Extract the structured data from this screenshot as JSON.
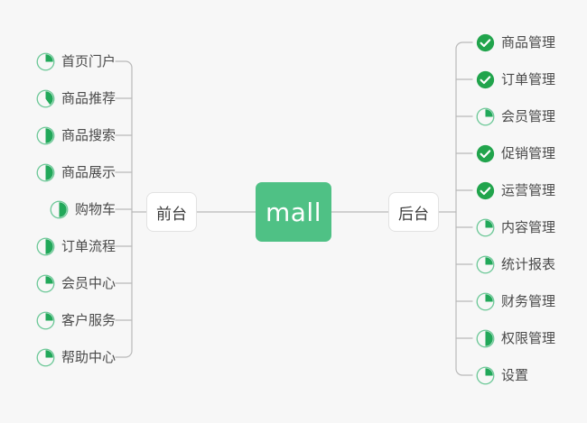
{
  "diagram": {
    "title": "mall",
    "background_color": "#f7f7f7",
    "accent_color": "#4fc185",
    "done_color": "#21a44c",
    "root": {
      "label": "mall"
    },
    "branches": [
      {
        "label": "前台",
        "side": "left"
      },
      {
        "label": "后台",
        "side": "right"
      }
    ],
    "left_items": [
      {
        "label": "首页门户",
        "icon": "pie-progress-icon",
        "progress": 25
      },
      {
        "label": "商品推荐",
        "icon": "pie-progress-icon",
        "progress": 40
      },
      {
        "label": "商品搜索",
        "icon": "pie-progress-icon",
        "progress": 50
      },
      {
        "label": "商品展示",
        "icon": "pie-progress-icon",
        "progress": 50
      },
      {
        "label": "购物车",
        "icon": "pie-progress-icon",
        "progress": 50
      },
      {
        "label": "订单流程",
        "icon": "pie-progress-icon",
        "progress": 50
      },
      {
        "label": "会员中心",
        "icon": "pie-progress-icon",
        "progress": 25
      },
      {
        "label": "客户服务",
        "icon": "pie-progress-icon",
        "progress": 25
      },
      {
        "label": "帮助中心",
        "icon": "pie-progress-icon",
        "progress": 25
      }
    ],
    "right_items": [
      {
        "label": "商品管理",
        "icon": "check-circle-icon",
        "progress": 100
      },
      {
        "label": "订单管理",
        "icon": "check-circle-icon",
        "progress": 100
      },
      {
        "label": "会员管理",
        "icon": "pie-progress-icon",
        "progress": 25
      },
      {
        "label": "促销管理",
        "icon": "check-circle-icon",
        "progress": 100
      },
      {
        "label": "运营管理",
        "icon": "check-circle-icon",
        "progress": 100
      },
      {
        "label": "内容管理",
        "icon": "pie-progress-icon",
        "progress": 25
      },
      {
        "label": "统计报表",
        "icon": "pie-progress-icon",
        "progress": 25
      },
      {
        "label": "财务管理",
        "icon": "pie-progress-icon",
        "progress": 25
      },
      {
        "label": "权限管理",
        "icon": "pie-progress-icon",
        "progress": 50
      },
      {
        "label": "设置",
        "icon": "pie-progress-icon",
        "progress": 25
      }
    ]
  }
}
